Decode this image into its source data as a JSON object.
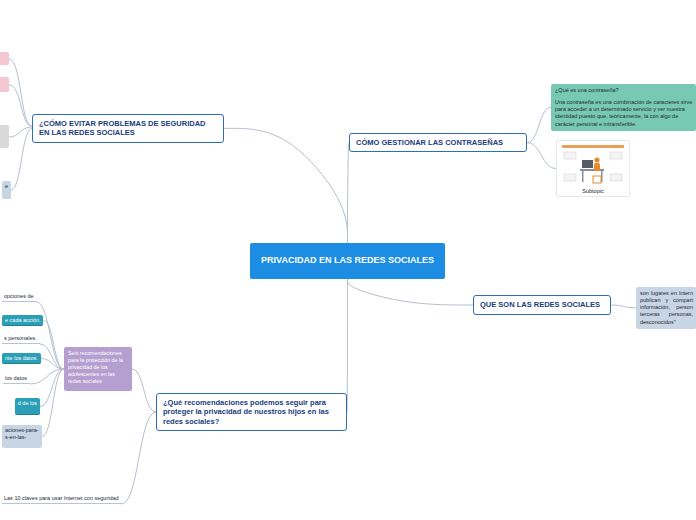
{
  "diagram": {
    "title": "PRIVACIDAD EN LAS REDES SOCIALES",
    "nodes": [
      {
        "text": [
          "PRIVACIDAD EN LAS REDES SOCIALES"
        ]
      },
      {
        "text": [
          "¿CÓMO EVITAR PROBLEMAS DE SEGURIDAD EN LAS REDES SOCIALES"
        ]
      },
      {
        "text": [
          "e"
        ]
      },
      {
        "text": [
          "CÓMO GESTIONAR LAS CONTRASEÑAS"
        ]
      },
      {
        "text": [
          "¿Qué es una contraseña?",
          "Una contraseña es una combinación de caracteres sirve para acceder a un determinado servicio y ver nuestra identidad puesto que, teóricamente, la con algo de carácter personal e intransferible."
        ]
      },
      {
        "text": [
          "Subtopic"
        ]
      },
      {
        "text": [
          "QUE SON LAS REDES SOCIALES"
        ]
      },
      {
        "text": [
          "son lugares en Intern publican y compart información, person terceras personas, desconocidos\""
        ]
      },
      {
        "text": [
          "¿Qué recomendaciones podemos seguir para proteger la privacidad de nuestros hijos en las redes sociales?"
        ]
      },
      {
        "text": [
          "Seis recomendaciones para la protección de la privacidad de los adolescentes en las redes sociales"
        ]
      },
      {
        "text": [
          "opciones de"
        ]
      },
      {
        "text": [
          "e cada acción."
        ]
      },
      {
        "text": [
          "s personales."
        ]
      },
      {
        "text": [
          "nte los datos."
        ]
      },
      {
        "text": [
          "los datos"
        ]
      },
      {
        "text": [
          "d de los"
        ]
      },
      {
        "text": [
          "aciones-para- s-en-las-"
        ]
      },
      {
        "text": [
          "Las 10 claves para usar Internet con seguridad"
        ]
      }
    ],
    "edges": [
      {
        "from": 0,
        "to": 1,
        "arrow": "none"
      },
      {
        "from": 0,
        "to": 3,
        "arrow": "none"
      },
      {
        "from": 0,
        "to": 6,
        "arrow": "none"
      },
      {
        "from": 0,
        "to": 8,
        "arrow": "none"
      },
      {
        "from": 1,
        "to": 2,
        "arrow": "none"
      },
      {
        "from": 3,
        "to": 4,
        "arrow": "none"
      },
      {
        "from": 3,
        "to": 5,
        "arrow": "none"
      },
      {
        "from": 6,
        "to": 7,
        "arrow": "none"
      },
      {
        "from": 8,
        "to": 9,
        "arrow": "none"
      },
      {
        "from": 9,
        "to": 10,
        "arrow": "none"
      },
      {
        "from": 9,
        "to": 11,
        "arrow": "none"
      },
      {
        "from": 9,
        "to": 12,
        "arrow": "none"
      },
      {
        "from": 9,
        "to": 13,
        "arrow": "none"
      },
      {
        "from": 9,
        "to": 14,
        "arrow": "none"
      },
      {
        "from": 9,
        "to": 15,
        "arrow": "none"
      },
      {
        "from": 9,
        "to": 16,
        "arrow": "none"
      },
      {
        "from": 8,
        "to": 17,
        "arrow": "none"
      }
    ]
  }
}
